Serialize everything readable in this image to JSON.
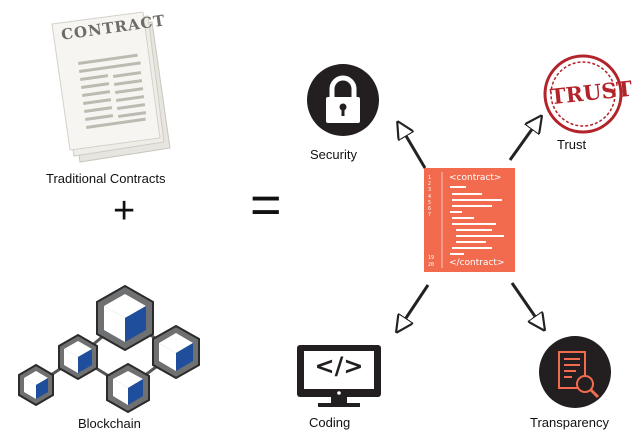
{
  "left": {
    "contract_doc_heading": "CONTRACT",
    "traditional_label": "Traditional Contracts",
    "plus_sign": "+",
    "blockchain_label": "Blockchain"
  },
  "equals_sign": "=",
  "code_doc": {
    "open_tag": "<contract>",
    "close_tag": "</contract>",
    "line_numbers": [
      "1",
      "2",
      "3",
      "4",
      "5",
      "6",
      "7",
      "19",
      "20"
    ],
    "background_color": "#f26b4f"
  },
  "outcomes": {
    "security": {
      "label": "Security",
      "icon": "padlock-icon"
    },
    "trust": {
      "label": "Trust",
      "stamp_text": "TRUST",
      "icon": "trust-stamp-icon"
    },
    "coding": {
      "label": "Coding",
      "icon_text": "</>",
      "icon": "monitor-code-icon"
    },
    "transparency": {
      "label": "Transparency",
      "icon": "document-magnifier-icon"
    }
  },
  "colors": {
    "accent_orange": "#f26b4f",
    "trust_red": "#b3232a",
    "cube_blue": "#1f4f9c",
    "icon_dark": "#231f20"
  }
}
